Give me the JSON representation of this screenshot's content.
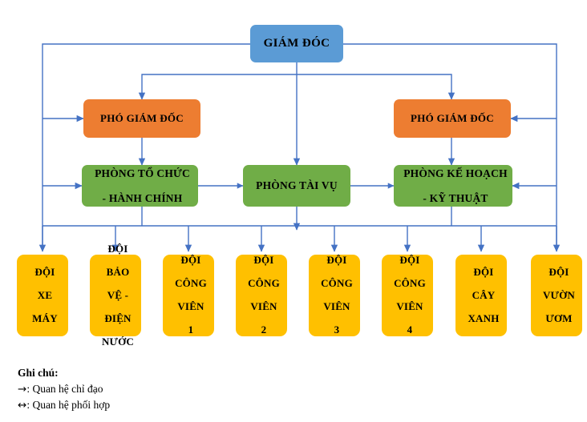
{
  "diagram": {
    "type": "org-chart",
    "title_node": {
      "label": "GIÁM ĐÓC",
      "color": "#5B9BD5",
      "level": 1
    },
    "deputies": [
      {
        "label": "PHÓ GIÁM ĐỐC",
        "color": "#ED7D31",
        "level": 2,
        "side": "left"
      },
      {
        "label": "PHÓ GIÁM ĐỐC",
        "color": "#ED7D31",
        "level": 2,
        "side": "right"
      }
    ],
    "departments": [
      {
        "line1": "PHÒNG TỔ CHỨC",
        "line2": "- HÀNH CHÍNH",
        "color": "#70AD47",
        "level": 3
      },
      {
        "line1": "PHÒNG TÀI VỤ",
        "line2": "",
        "color": "#70AD47",
        "level": 3
      },
      {
        "line1": "PHÒNG KẾ HOẠCH",
        "line2": "- KỸ THUẬT",
        "color": "#70AD47",
        "level": 3
      }
    ],
    "teams": [
      {
        "lines": [
          "ĐỘI",
          "XE",
          "MÁY"
        ],
        "color": "#FFC000"
      },
      {
        "lines": [
          "ĐỘI",
          "BẢO",
          "VỆ -",
          "ĐIỆN",
          "NƯỚC"
        ],
        "color": "#FFC000"
      },
      {
        "lines": [
          "ĐỘI",
          "CÔNG",
          "VIÊN",
          "1"
        ],
        "color": "#FFC000"
      },
      {
        "lines": [
          "ĐỘI",
          "CÔNG",
          "VIÊN",
          "2"
        ],
        "color": "#FFC000"
      },
      {
        "lines": [
          "ĐỘI",
          "CÔNG",
          "VIÊN",
          "3"
        ],
        "color": "#FFC000"
      },
      {
        "lines": [
          "ĐỘI",
          "CÔNG",
          "VIÊN",
          "4"
        ],
        "color": "#FFC000"
      },
      {
        "lines": [
          "ĐỘI",
          "CÂY",
          "XANH"
        ],
        "color": "#FFC000"
      },
      {
        "lines": [
          "ĐỘI",
          "VƯỜN",
          "ƯƠM"
        ],
        "color": "#FFC000"
      }
    ],
    "connector_color": "#4472C4"
  },
  "legend": {
    "title": "Ghi chú:",
    "items": [
      {
        "glyph": "→",
        "text": ": Quan hệ chỉ đạo"
      },
      {
        "glyph": "↔",
        "text": ": Quan hệ phối hợp"
      }
    ]
  }
}
